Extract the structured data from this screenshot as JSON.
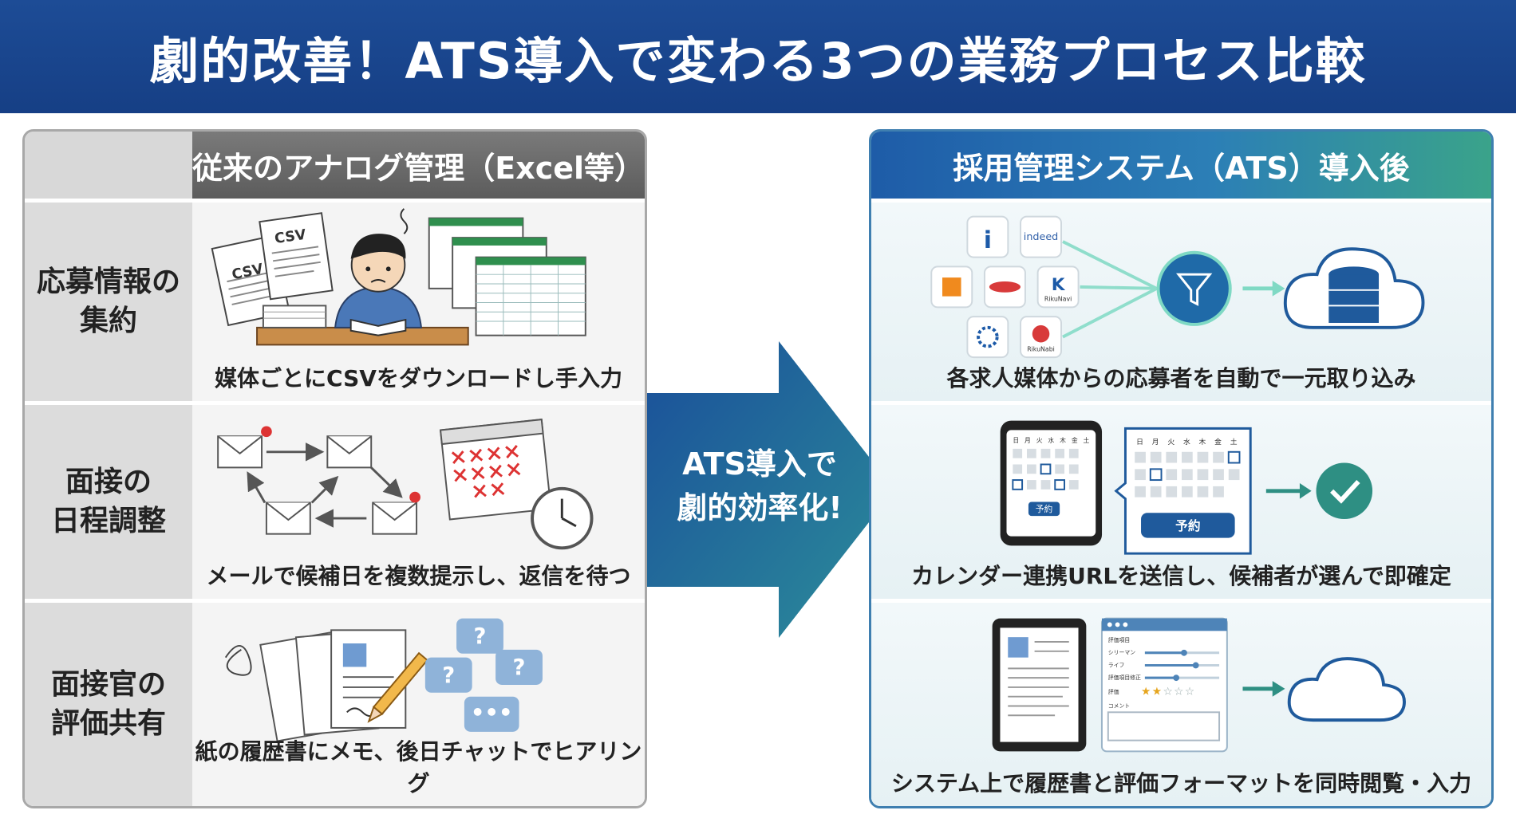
{
  "title": "劇的改善！ATS導入で変わる3つの業務プロセス比較",
  "left_panel": {
    "heading": "従来のアナログ管理（Excel等）",
    "rows": [
      {
        "label": "応募情報の\n集約",
        "caption": "媒体ごとにCSVをダウンロードし手入力",
        "csv_label": "CSV"
      },
      {
        "label": "面接の\n日程調整",
        "caption": "メールで候補日を複数提示し、返信を待つ"
      },
      {
        "label": "面接官の\n評価共有",
        "caption": "紙の履歴書にメモ、後日チャットでヒアリング"
      }
    ]
  },
  "center_arrow": {
    "text": "ATS導入で\n劇的効率化!"
  },
  "right_panel": {
    "heading": "採用管理システム（ATS）導入後",
    "rows": [
      {
        "caption": "各求人媒体からの応募者を自動で一元取り込み",
        "media_logos": [
          "indeed",
          "RikuNavi",
          "RikuNabi"
        ]
      },
      {
        "caption": "カレンダー連携URLを送信し、候補者が選んで即確定",
        "phone_days": [
          "日",
          "月",
          "火",
          "水",
          "木",
          "金",
          "土"
        ],
        "phone_button": "予約",
        "popup_days": [
          "日",
          "月",
          "火",
          "水",
          "木",
          "金",
          "土"
        ],
        "popup_button": "予約"
      },
      {
        "caption": "システム上で履歴書と評価フォーマットを同時閲覧・入力",
        "form_fields": [
          "評価項目",
          "シリーマン",
          "ライフ",
          "評価項目修正",
          "評価",
          "コメント"
        ]
      }
    ]
  },
  "colors": {
    "header_bg": "#1d4c96",
    "arrow_dark": "#1a4f9a",
    "arrow_light": "#2c8e9a",
    "accent_green": "#2e8f83",
    "left_heading_bg": "#6a6a6a"
  }
}
